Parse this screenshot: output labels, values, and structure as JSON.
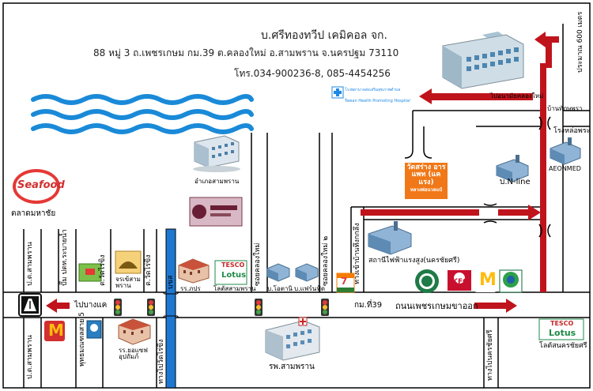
{
  "header": {
    "company": "บ.ศรีทองทวีป เคมิคอล จก.",
    "address": "88 หมู่ 3  ถ.เพชรเกษม กม.39 ต.คลองใหม่ อ.สามพราน จ.นครปฐม 73110",
    "phone": "โทร.034-900236-8, 085-4454256"
  },
  "labels": {
    "seafood_logo": "Seafood",
    "market": "ตลาดมหาชัย",
    "district_office": "อำเภอสามพราน",
    "hospital_name": "รพ.สามพราน",
    "road_name": "ถนนเพชรเกษมขาออก",
    "km39": "กม.ที่39",
    "to_bangkhae": "ไปบางแค",
    "n_line": "บ.N-line",
    "aeonmed": "AEONMED",
    "power_station": "สถานีไฟฟ้าแรงสูง(นครชัยศรี)",
    "to_khlongmai": "ไปอนามัยคลองใหม่",
    "to_cheesemarket": "บ้านทักษพรา",
    "brewery": "โรงหล่อพระ",
    "distance": "ประมาณ 600 เมตร",
    "wat_sanam": "วัดสร่าง อารแพท (แคแรง)",
    "nuapoe": "หลวงพ่อนวลแป๋",
    "school_prapa": "รร.ภปร",
    "tesco_samphran": "โลตัสสามพราน",
    "tesco_nakhon": "โลตัสนครชัยศรี",
    "o_tani": "บ.โอตานิ",
    "fan_phu": "บ.แฟร์นฟู้ด",
    "school_yothin": "รร.ยอแซฟ อุปถัมภ์",
    "jarakhe": "จรเข้สาม พราน",
    "health_hospital": "Tawan Health Promoting Hospital",
    "health_hospital_th": "โรงพยาบาลส่งเสริมสุขภาพตำบล",
    "kfc": "KFC",
    "tesco_brand": "TESCO",
    "lotus_brand": "Lotus",
    "mcd_letter": "M",
    "seven_eleven": "7"
  },
  "vertical_labels": {
    "pt_samphran_a": "ป.ต.สามพราน",
    "pt_samphran_b": "ป.ต.สามพราน",
    "dek_aon": "ปั๊ม ปตท.ระบายน้ำ",
    "wat_rai_khing": "ต.วัดไร่ขิง",
    "wat_chisa": "ต.วัดไร่ขิง",
    "pt_sai5": "พุทธมณฑลสาย 5",
    "bhadra": "บขส",
    "khlong_pho": "ทางไปวัดไร่ขิง",
    "soi_khlong": "ซอยคลองใหม่",
    "soi_power": "ซอยคลองใหม่ ๒",
    "nakhon_chai": "ทางเข้าบ้านทึงกกลึง",
    "gas_lane": "ทางไปนครชัยศรี"
  },
  "colors": {
    "road": "#000000",
    "arrow": "#c0141c",
    "water": "#1a8ad8",
    "canal": "#1e78d2",
    "badge": "#f07818",
    "lotus_green": "#1f8a48"
  },
  "icons": [
    "building-icon",
    "factory-icon",
    "hospital-icon",
    "traffic-light-icon",
    "highway-sign-icon",
    "seafood-logo",
    "mcdonalds-logo",
    "starbucks-logo",
    "kfc-logo",
    "tesco-lotus-logo",
    "seven-eleven-logo"
  ]
}
